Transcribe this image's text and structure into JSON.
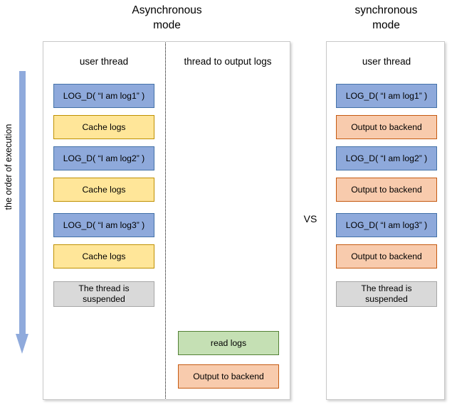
{
  "titles": {
    "async": "Asynchronous\nmode",
    "sync": "synchronous\nmode"
  },
  "vs_label": "VS",
  "order_arrow": {
    "label": "the order of execution",
    "direction": "down",
    "color": "#8FAADC"
  },
  "async_panel": {
    "columns": [
      {
        "header": "user thread",
        "steps": [
          {
            "label": "LOG_D( “I am log1” )",
            "style": "blue"
          },
          {
            "label": "Cache logs",
            "style": "yellow"
          },
          {
            "label": "LOG_D( “I am log2” )",
            "style": "blue"
          },
          {
            "label": "Cache logs",
            "style": "yellow"
          },
          {
            "label": "LOG_D( “I am log3” )",
            "style": "blue"
          },
          {
            "label": "Cache logs",
            "style": "yellow"
          },
          {
            "label": "The thread is\nsuspended",
            "style": "gray"
          }
        ]
      },
      {
        "header": "thread to output logs",
        "steps": [
          {
            "label": "read logs",
            "style": "green"
          },
          {
            "label": "Output to backend",
            "style": "orange"
          }
        ]
      }
    ]
  },
  "sync_panel": {
    "columns": [
      {
        "header": "user thread",
        "steps": [
          {
            "label": "LOG_D( “I am log1” )",
            "style": "blue"
          },
          {
            "label": "Output to backend",
            "style": "orange"
          },
          {
            "label": "LOG_D( “I am log2” )",
            "style": "blue"
          },
          {
            "label": "Output to backend",
            "style": "orange"
          },
          {
            "label": "LOG_D( “I am log3” )",
            "style": "blue"
          },
          {
            "label": "Output to backend",
            "style": "orange"
          },
          {
            "label": "The thread is\nsuspended",
            "style": "gray"
          }
        ]
      }
    ]
  },
  "colors": {
    "blue": "#8EA9DB",
    "yellow": "#FFE699",
    "orange": "#F8CBAD",
    "green": "#C5E0B4",
    "gray": "#D9D9D9"
  }
}
